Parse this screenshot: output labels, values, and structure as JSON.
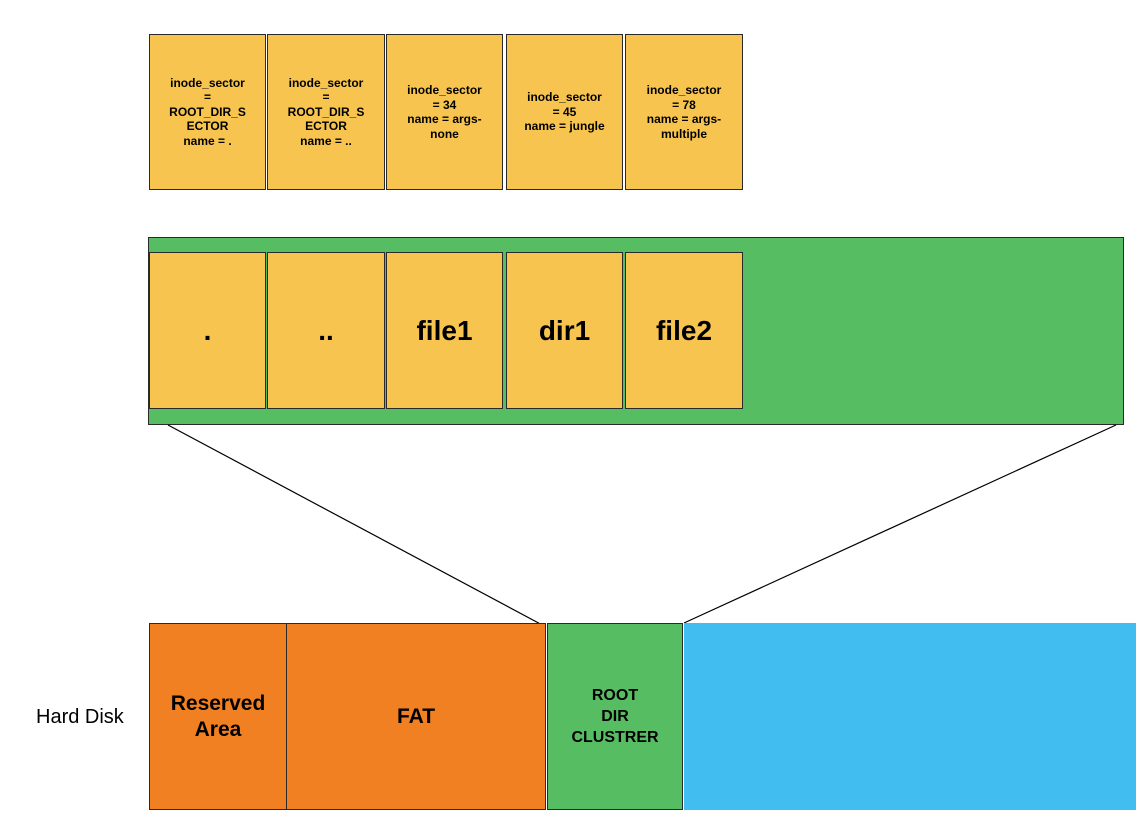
{
  "inode_entries": [
    "inode_sector\n=\nROOT_DIR_S\nECTOR\nname = .",
    "inode_sector\n=\nROOT_DIR_S\nECTOR\nname = ..",
    "inode_sector\n= 34\nname = args-\nnone",
    "inode_sector\n= 45\nname = jungle",
    "inode_sector\n= 78\nname = args-\nmultiple"
  ],
  "directory_entries": [
    ".",
    "..",
    "file1",
    "dir1",
    "file2"
  ],
  "disk": {
    "label": "Hard Disk",
    "reserved_area": "Reserved\nArea",
    "fat": "FAT",
    "root_dir_cluster": "ROOT\nDIR\nCLUSTRER"
  },
  "colors": {
    "entry_fill": "#f7c54f",
    "cluster_fill": "#57bd62",
    "reserved_fat_fill": "#f08022",
    "data_region_fill": "#42bdef"
  }
}
